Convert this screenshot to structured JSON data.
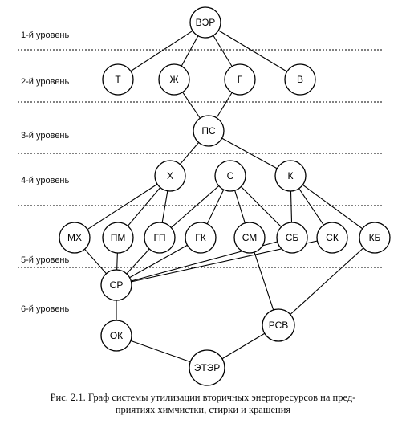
{
  "levels": [
    "1-й уровень",
    "2-й уровень",
    "3-й уровень",
    "4-й уровень",
    "5-й уровень",
    "6-й уровень"
  ],
  "nodes": {
    "ver": "ВЭР",
    "t": "Т",
    "zh": "Ж",
    "g": "Г",
    "v": "В",
    "ps": "ПС",
    "x": "Х",
    "c": "С",
    "k": "К",
    "mx": "МХ",
    "pm": "ПМ",
    "gp": "ГП",
    "gk": "ГК",
    "sm": "СМ",
    "sb": "СБ",
    "sk": "СК",
    "kb": "КБ",
    "sr": "СР",
    "rsv": "РСВ",
    "ok": "ОК",
    "etr": "ЭТЭР"
  },
  "caption": {
    "line1": "Рис. 2.1. Граф системы утилизации вторичных энергоресурсов на пред-",
    "line2": "приятиях химчистки, стирки и крашения"
  }
}
